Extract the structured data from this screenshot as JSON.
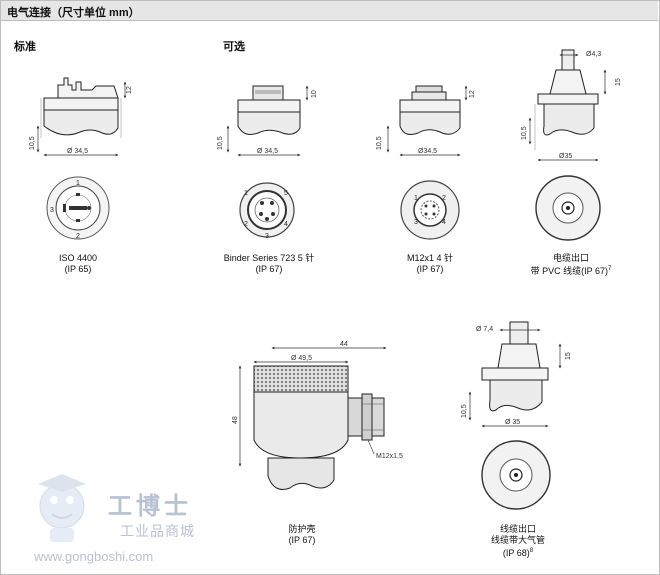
{
  "header": {
    "title": "电气连接（尺寸单位 mm）"
  },
  "sections": {
    "standard": "标准",
    "optional": "可选"
  },
  "connectors": [
    {
      "name": "ISO 4400",
      "protection": "(IP 65)"
    },
    {
      "name": "Binder Series 723 5 针",
      "protection": "(IP 67)"
    },
    {
      "name": "M12x1 4 针",
      "protection": "(IP 67)"
    },
    {
      "name": "电缆出口",
      "detail": "带 PVC  线缆(IP 67)",
      "note": "7"
    },
    {
      "name": "防护壳",
      "protection": "(IP 67)"
    },
    {
      "name": "线缆出口",
      "detail": "线缆带大气管",
      "protection": "(IP 68)",
      "note": "8"
    }
  ],
  "dimensions": {
    "d1": [
      "12",
      "10,5",
      "Ø 34,5"
    ],
    "d2": [
      "10",
      "10,5",
      "Ø 34,5"
    ],
    "d3": [
      "12",
      "10,5",
      "Ø34.5"
    ],
    "d4": [
      "Ø4,3",
      "15",
      "10,5",
      "Ø35"
    ],
    "d5": [
      "44",
      "Ø 49,5",
      "48",
      "M12x1,5"
    ],
    "d6": [
      "Ø 7,4",
      "15",
      "10,5",
      "Ø 35"
    ]
  },
  "pins": {
    "iso": [
      "1",
      "2",
      "3"
    ],
    "binder": [
      "1",
      "5",
      "2",
      "4",
      "3"
    ],
    "m12": [
      "1",
      "2",
      "3",
      "4"
    ]
  },
  "watermark": {
    "brand": "工博士",
    "subtitle": "工业品商城",
    "url": "www.gongboshi.com"
  }
}
